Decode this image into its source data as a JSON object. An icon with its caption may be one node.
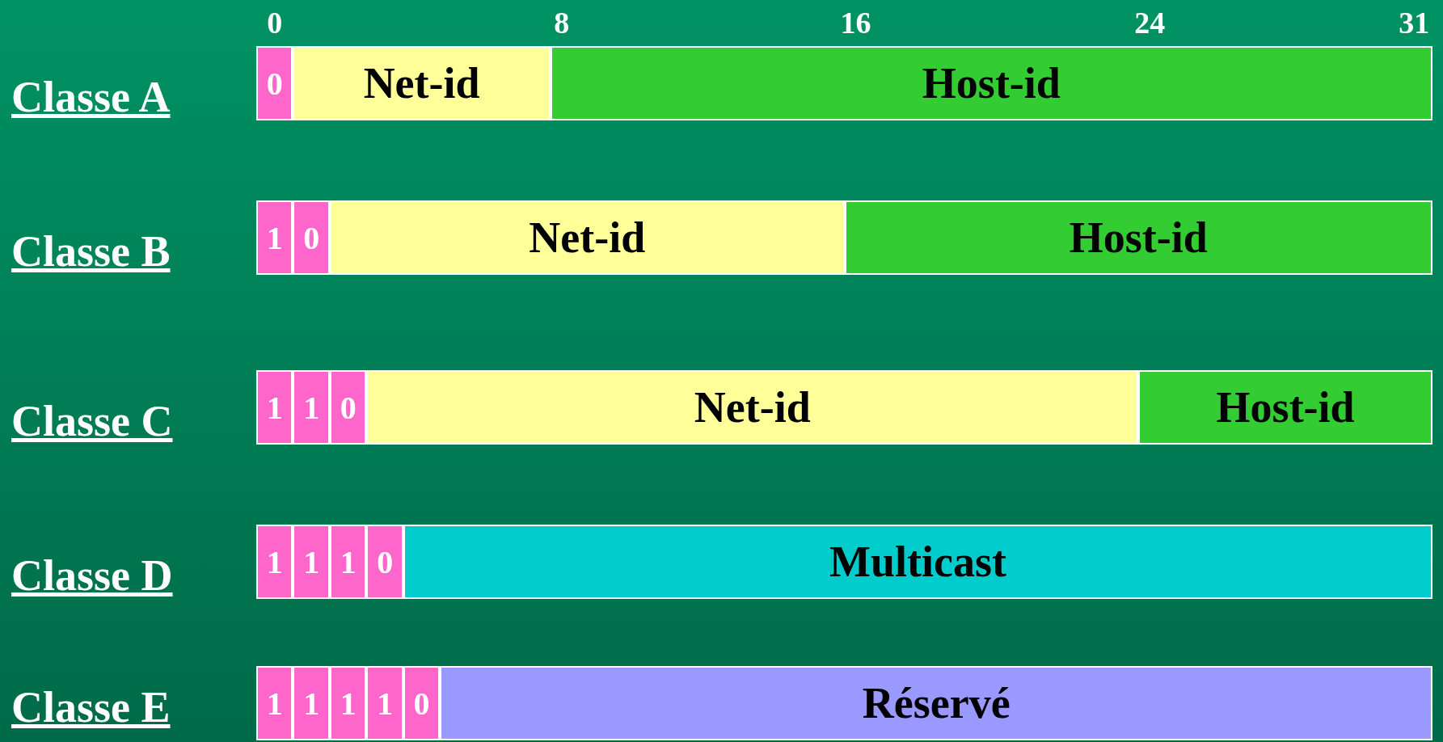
{
  "diagram": {
    "nodes": [
      {
        "text": [
          "0"
        ]
      },
      {
        "text": [
          "Net-id"
        ]
      },
      {
        "text": [
          "Host-id"
        ]
      },
      {
        "text": [
          "1"
        ]
      },
      {
        "text": [
          "0"
        ]
      },
      {
        "text": [
          "Net-id"
        ]
      },
      {
        "text": [
          "Host-id"
        ]
      },
      {
        "text": [
          "1"
        ]
      },
      {
        "text": [
          "1"
        ]
      },
      {
        "text": [
          "0"
        ]
      },
      {
        "text": [
          "Net-id"
        ]
      },
      {
        "text": [
          "Host-id"
        ]
      },
      {
        "text": [
          "1"
        ]
      },
      {
        "text": [
          "1"
        ]
      },
      {
        "text": [
          "1"
        ]
      },
      {
        "text": [
          "0"
        ]
      },
      {
        "text": [
          "Multicast"
        ]
      },
      {
        "text": [
          "1"
        ]
      },
      {
        "text": [
          "1"
        ]
      },
      {
        "text": [
          "1"
        ]
      },
      {
        "text": [
          "1"
        ]
      },
      {
        "text": [
          "0"
        ]
      },
      {
        "text": [
          "Réservé"
        ]
      }
    ],
    "labels": [
      "0",
      "8",
      "16",
      "24",
      "31",
      "Classe A",
      "Classe B",
      "Classe C",
      "Classe D",
      "Classe E"
    ]
  }
}
